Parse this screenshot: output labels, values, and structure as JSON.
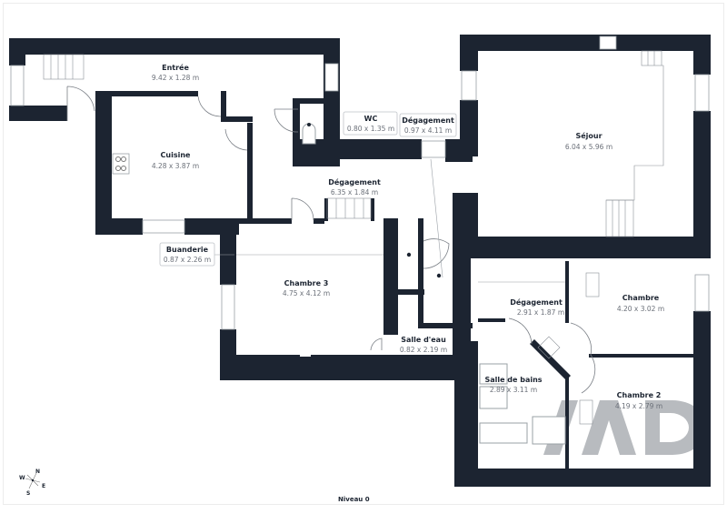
{
  "plan": {
    "level_label": "Niveau 0",
    "wall_color": "#1c2431",
    "watermark_color": "#b8bbbf",
    "compass": {
      "n": "N",
      "s": "S",
      "e": "E",
      "w": "W"
    }
  },
  "rooms": [
    {
      "name": "Entrée",
      "dims": "9.42 x 1.28 m"
    },
    {
      "name": "Cuisine",
      "dims": "4.28 x 3.87 m"
    },
    {
      "name": "WC",
      "dims": "0.80 x 1.35 m"
    },
    {
      "name": "Dégagement",
      "dims": "0.97 x 4.11 m"
    },
    {
      "name": "Séjour",
      "dims": "6.04 x 5.96 m"
    },
    {
      "name": "Dégagement",
      "dims": "6.35 x 1.84 m"
    },
    {
      "name": "Buanderie",
      "dims": "0.87 x 2.26 m"
    },
    {
      "name": "Chambre 3",
      "dims": "4.75 x 4.12 m"
    },
    {
      "name": "Salle d'eau",
      "dims": "0.82 x 2.19 m"
    },
    {
      "name": "Dégagement",
      "dims": "2.91 x 1.87 m"
    },
    {
      "name": "Chambre",
      "dims": "4.20 x 3.02 m"
    },
    {
      "name": "Salle de bains",
      "dims": "2.89 x 3.11 m"
    },
    {
      "name": "Chambre 2",
      "dims": "4.19 x 2.79 m"
    }
  ]
}
